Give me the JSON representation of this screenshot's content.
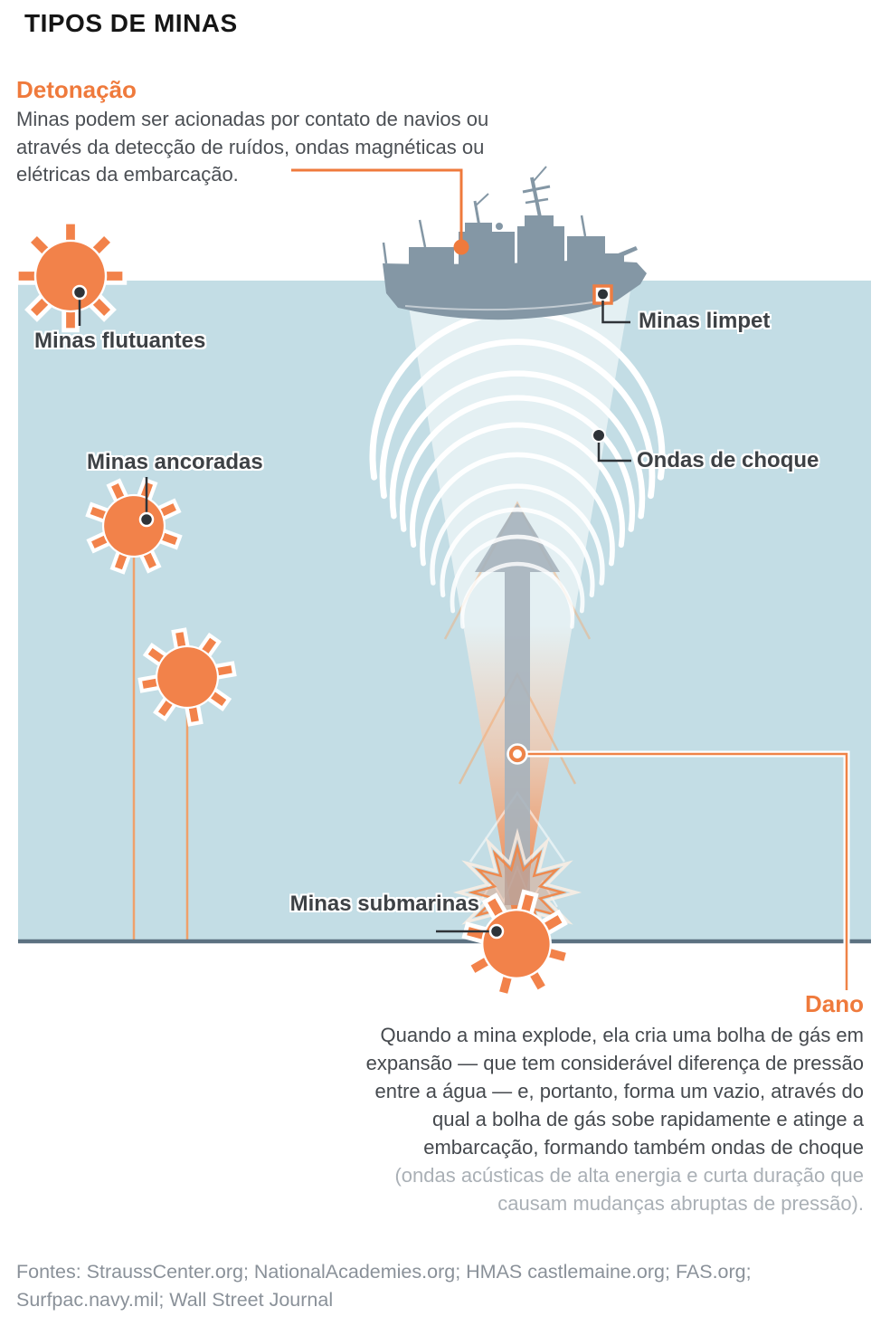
{
  "title": "TIPOS DE MINAS",
  "detonation": {
    "heading": "Detonação",
    "lines": [
      "Minas podem ser acionadas por contato de navios ou",
      "através da detecção de ruídos, ondas magnéticas ou",
      "elétricas da embarcação."
    ]
  },
  "labels": {
    "floating": "Minas flutuantes",
    "anchored": "Minas ancoradas",
    "limpet": "Minas limpet",
    "shockwaves": "Ondas de choque",
    "submarine": "Minas submarinas"
  },
  "damage": {
    "heading": "Dano",
    "lines": [
      "Quando a mina explode, ela cria uma bolha de gás em",
      "expansão — que tem considerável diferença de pressão",
      "entre a água — e, portanto, forma um vazio, através do",
      "qual a bolha de gás sobe rapidamente e atinge a",
      "embarcação, formando também ondas de choque"
    ],
    "note_lines": [
      "(ondas acústicas de alta energia e curta duração que",
      "causam mudanças abruptas de pressão)."
    ]
  },
  "sources": {
    "lines": [
      "Fontes: StraussCenter.org; NationalAcademies.org; HMAS castlemaine.org; FAS.org;",
      "Surfpac.navy.mil; Wall Street Journal"
    ]
  },
  "colors": {
    "accent_orange": "#EF7A3C",
    "mine_orange": "#F2824A",
    "water_blue": "#C3DDE5",
    "seafloor_gray": "#5C7181",
    "ship_gray": "#8497A5",
    "label_dark": "#3D4145",
    "body_text": "#4B4F54",
    "muted_text": "#AAB0B6",
    "source_text": "#8A9199"
  }
}
